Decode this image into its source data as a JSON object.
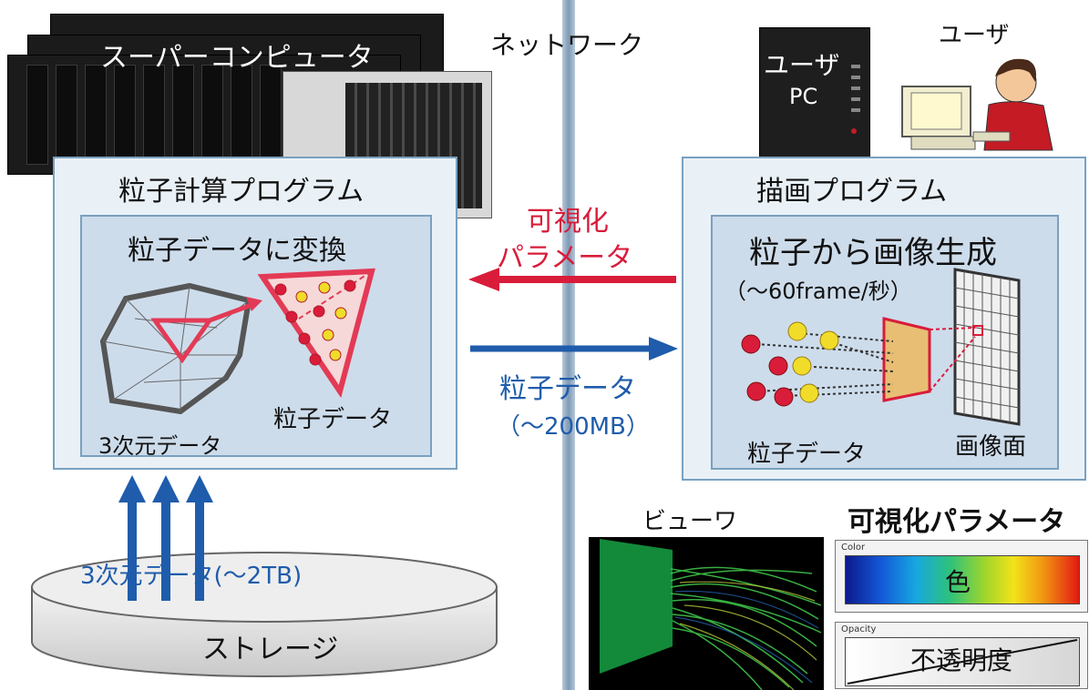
{
  "supercomputer": {
    "label": "スーパーコンピュータ",
    "program_title": "粒子計算プログラム",
    "convert_title": "粒子データに変換",
    "volume_label": "3次元データ",
    "particle_label": "粒子データ"
  },
  "network": {
    "label": "ネットワーク",
    "params_line1": "可視化",
    "params_line2": "パラメータ",
    "data_line1": "粒子データ",
    "data_line2": "（～200MB）"
  },
  "user": {
    "user_label": "ユーザ",
    "pc_line1": "ユーザ",
    "pc_line2": "PC",
    "program_title": "描画プログラム",
    "generate_title": "粒子から画像生成",
    "fps_label": "（～60frame/秒）",
    "particle_label": "粒子データ",
    "image_plane_label": "画像面"
  },
  "storage": {
    "label": "ストレージ",
    "transfer_label": "3次元データ(～2TB)"
  },
  "viewer": {
    "label": "ビューワ"
  },
  "vis_params": {
    "title": "可視化パラメータ",
    "color_panel_header": "Color",
    "color_label": "色",
    "opacity_panel_header": "Opacity",
    "opacity_label": "不透明度"
  },
  "colors": {
    "red_accent": "#d91c3a",
    "blue_accent": "#1f5cab",
    "box_border": "#7aa0bf"
  }
}
